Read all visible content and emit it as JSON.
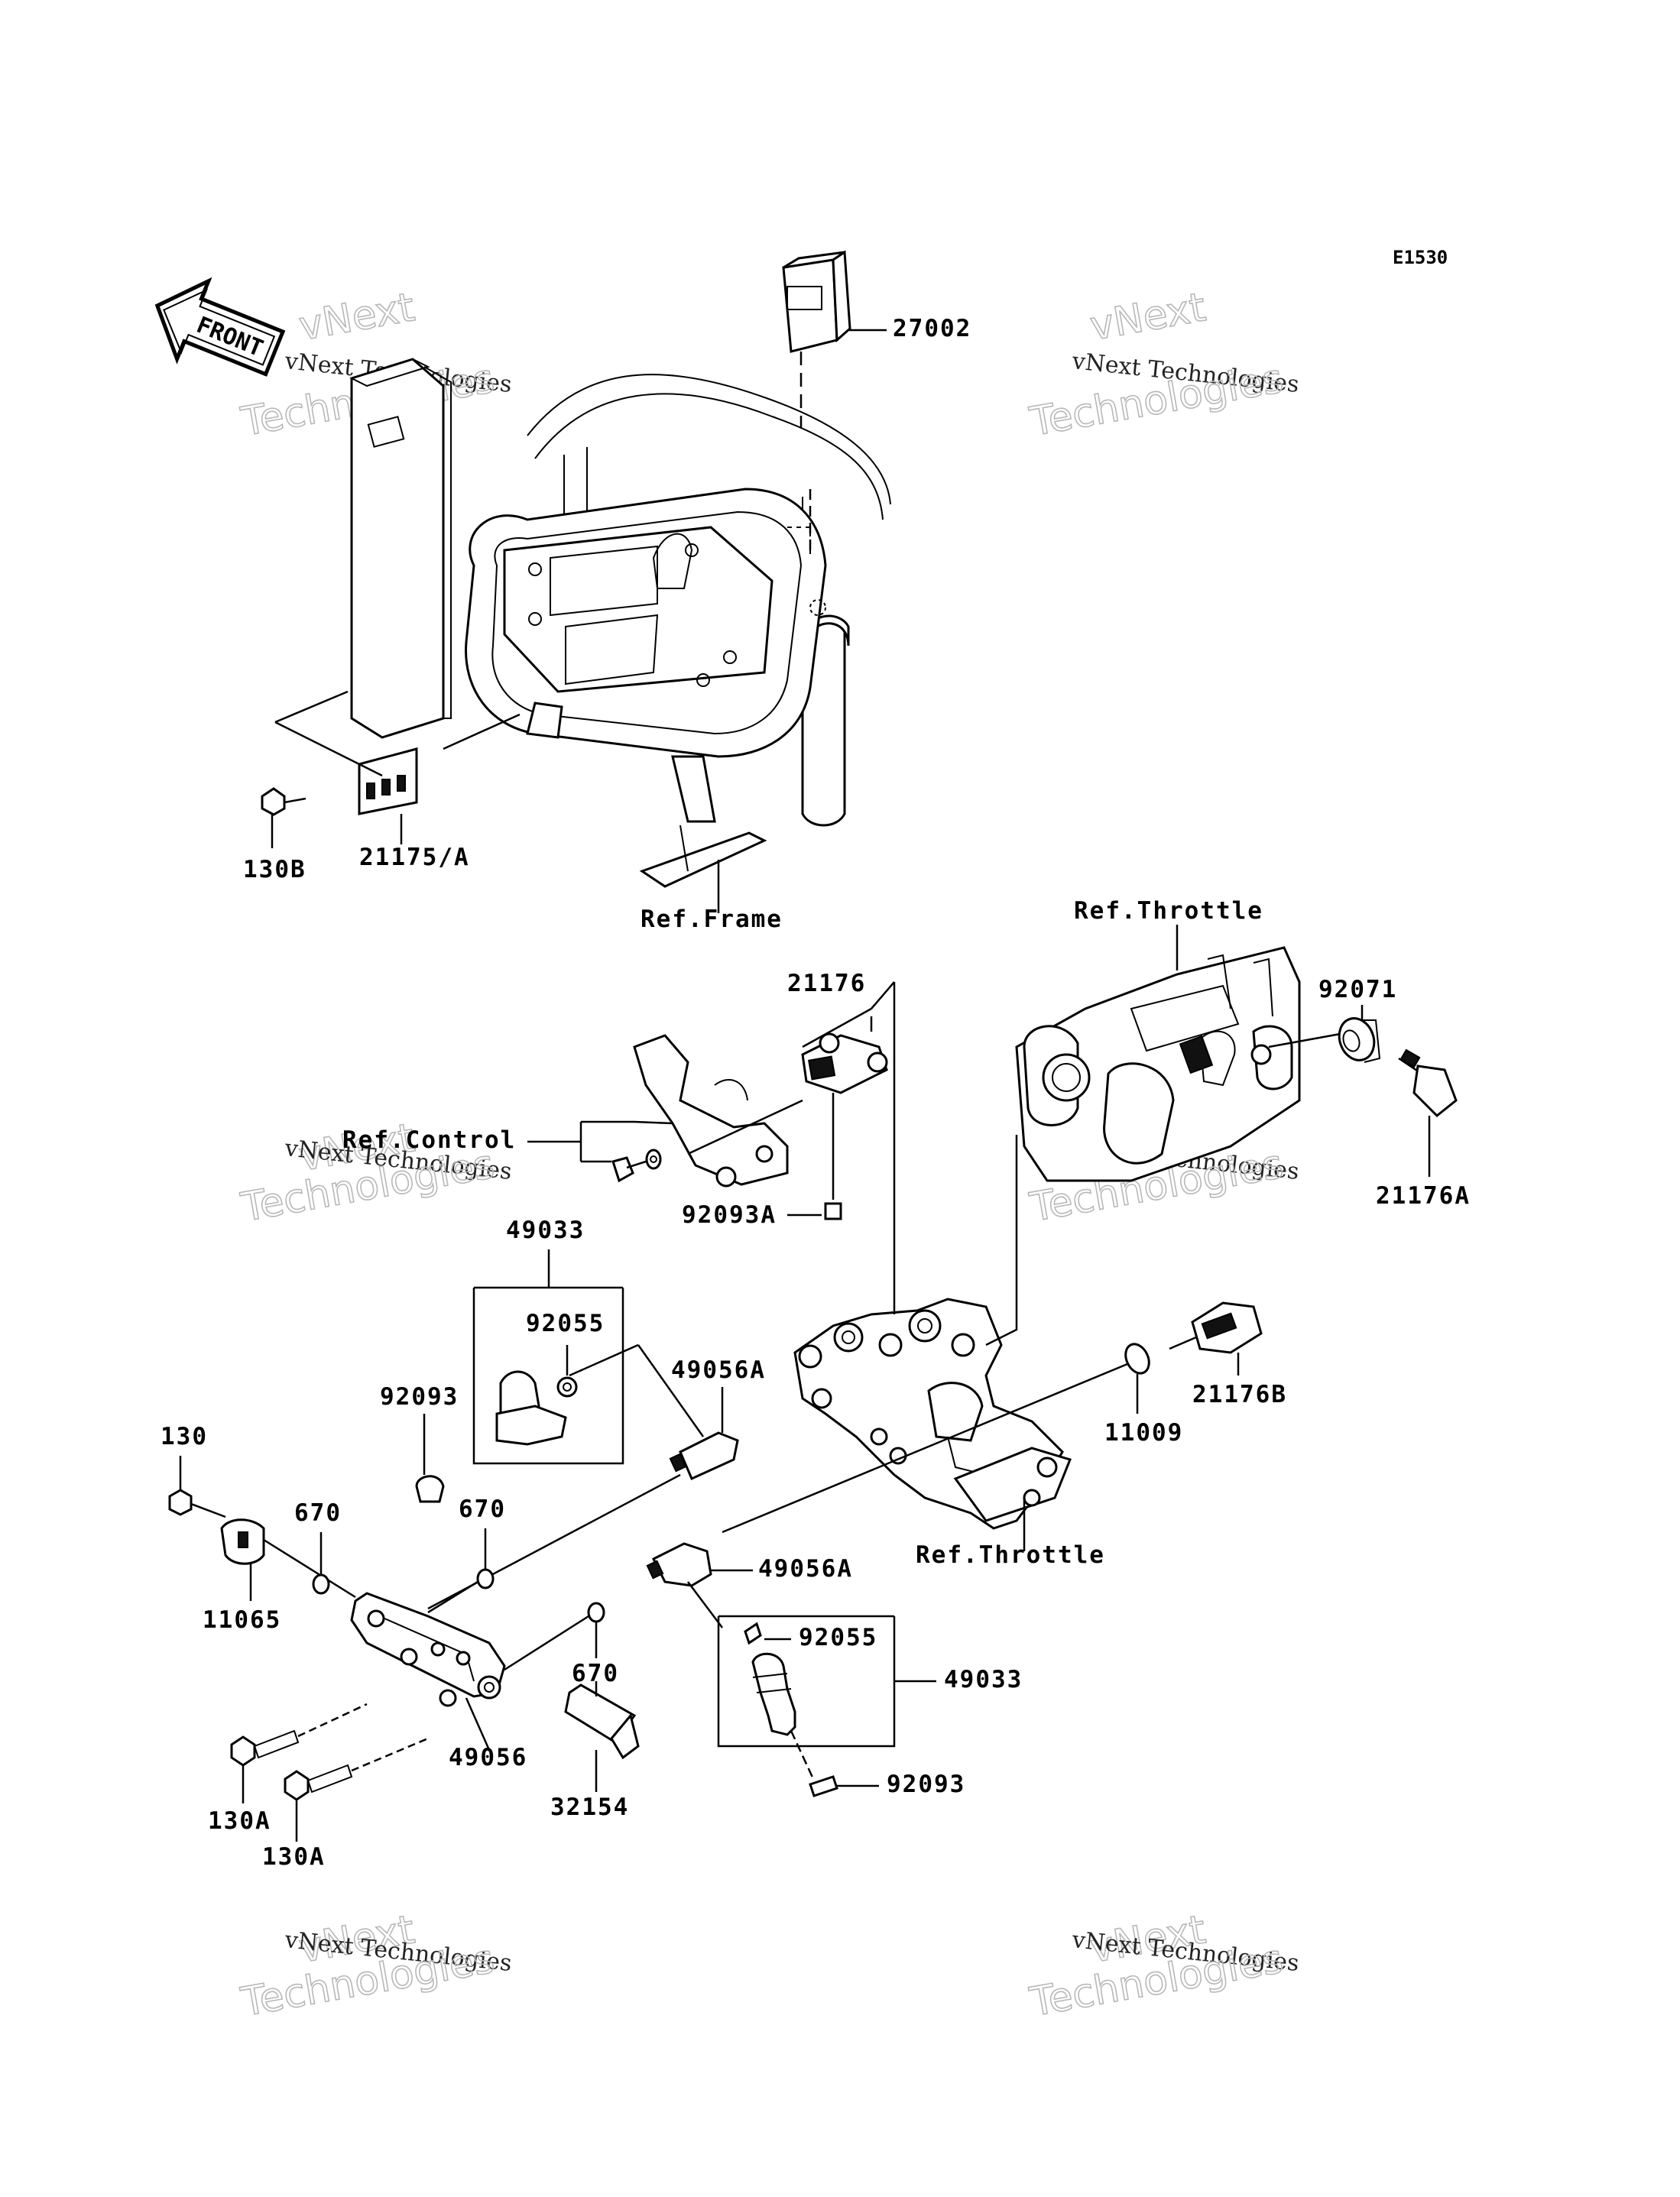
{
  "diagram_code": "E1530",
  "front_arrow": {
    "text": "FRONT",
    "icon": "front-direction-arrow-icon"
  },
  "watermark": {
    "line1": "vNext",
    "line2": "vNext Technologies",
    "line3": "Technologies"
  },
  "callouts": {
    "c27002": "27002",
    "c130B": "130B",
    "c21175A": "21175/A",
    "refFrame": "Ref.Frame",
    "refThrottleTop": "Ref.Throttle",
    "c92071": "92071",
    "c21176": "21176",
    "refControl": "Ref.Control",
    "c92093A": "92093A",
    "c21176A": "21176A",
    "c49033a": "49033",
    "c92055a": "92055",
    "c92093a": "92093",
    "c49056Aa": "49056A",
    "c21176B": "21176B",
    "c11009": "11009",
    "c130": "130",
    "c670a": "670",
    "c670b": "670",
    "c11065": "11065",
    "c49056Ab": "49056A",
    "refThrottleBottom": "Ref.Throttle",
    "c92055b": "92055",
    "c670c": "670",
    "c49033b": "49033",
    "c49056": "49056",
    "c32154": "32154",
    "c92093b": "92093",
    "c130Aa": "130A",
    "c130Ab": "130A"
  }
}
